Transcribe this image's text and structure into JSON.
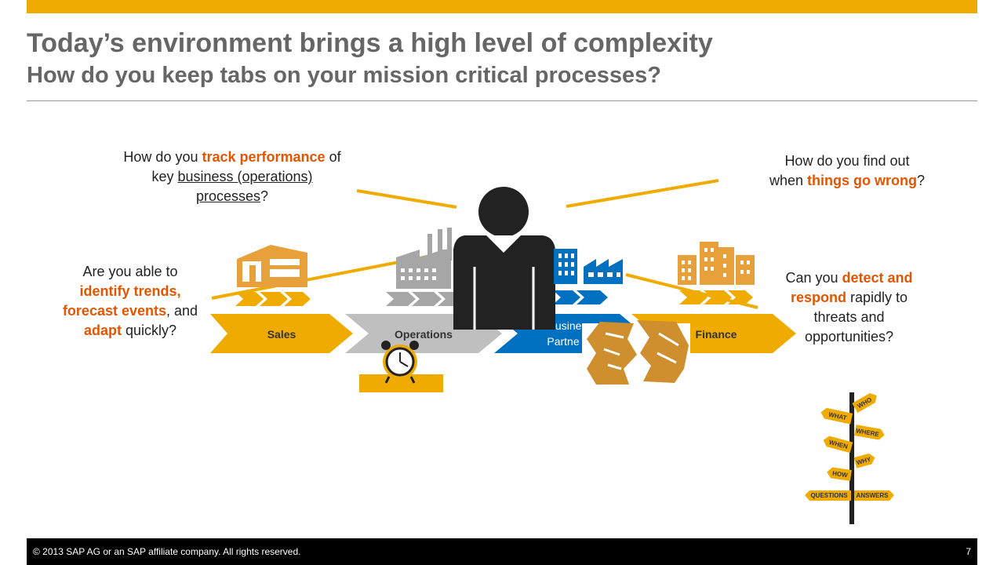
{
  "header": {
    "title": "Today’s environment brings a high level of complexity",
    "subtitle": "How do you keep tabs on your mission critical processes?"
  },
  "questions": {
    "track": {
      "p1": "How do you ",
      "h1": "track performance",
      "p2": " of key ",
      "u1": "business (operations) processes",
      "p3": "?"
    },
    "wrong": {
      "p1": "How do you find out when ",
      "h1": "things go wrong",
      "p2": "?"
    },
    "trends": {
      "p1": "Are you able to ",
      "h1": "identify trends, forecast events",
      "p2": ", and ",
      "h2": "adapt",
      "p3": " quickly?"
    },
    "detect": {
      "h1": "Can you ",
      "h2": "detect and respond",
      "p1": " rapidly to threats and opportunities?"
    }
  },
  "process": {
    "sales": "Sales",
    "operations": "Operations",
    "partners_line1": "Busine",
    "partners_line2": "Partne",
    "finance": "Finance"
  },
  "signpost": {
    "who": "WHO",
    "what": "WHAT",
    "where": "WHERE",
    "when": "WHEN",
    "why": "WHY",
    "how": "HOW",
    "questions": "QUESTIONS",
    "answers": "ANSWERS"
  },
  "footer": {
    "copyright": "© 2013 SAP AG or an SAP affiliate company. All rights reserved.",
    "page": "7"
  },
  "colors": {
    "accent": "#F0AB00",
    "highlight": "#E35500",
    "grey": "#BFBFBF",
    "blue": "#0070C0",
    "icon_orange": "#E8A13A"
  }
}
